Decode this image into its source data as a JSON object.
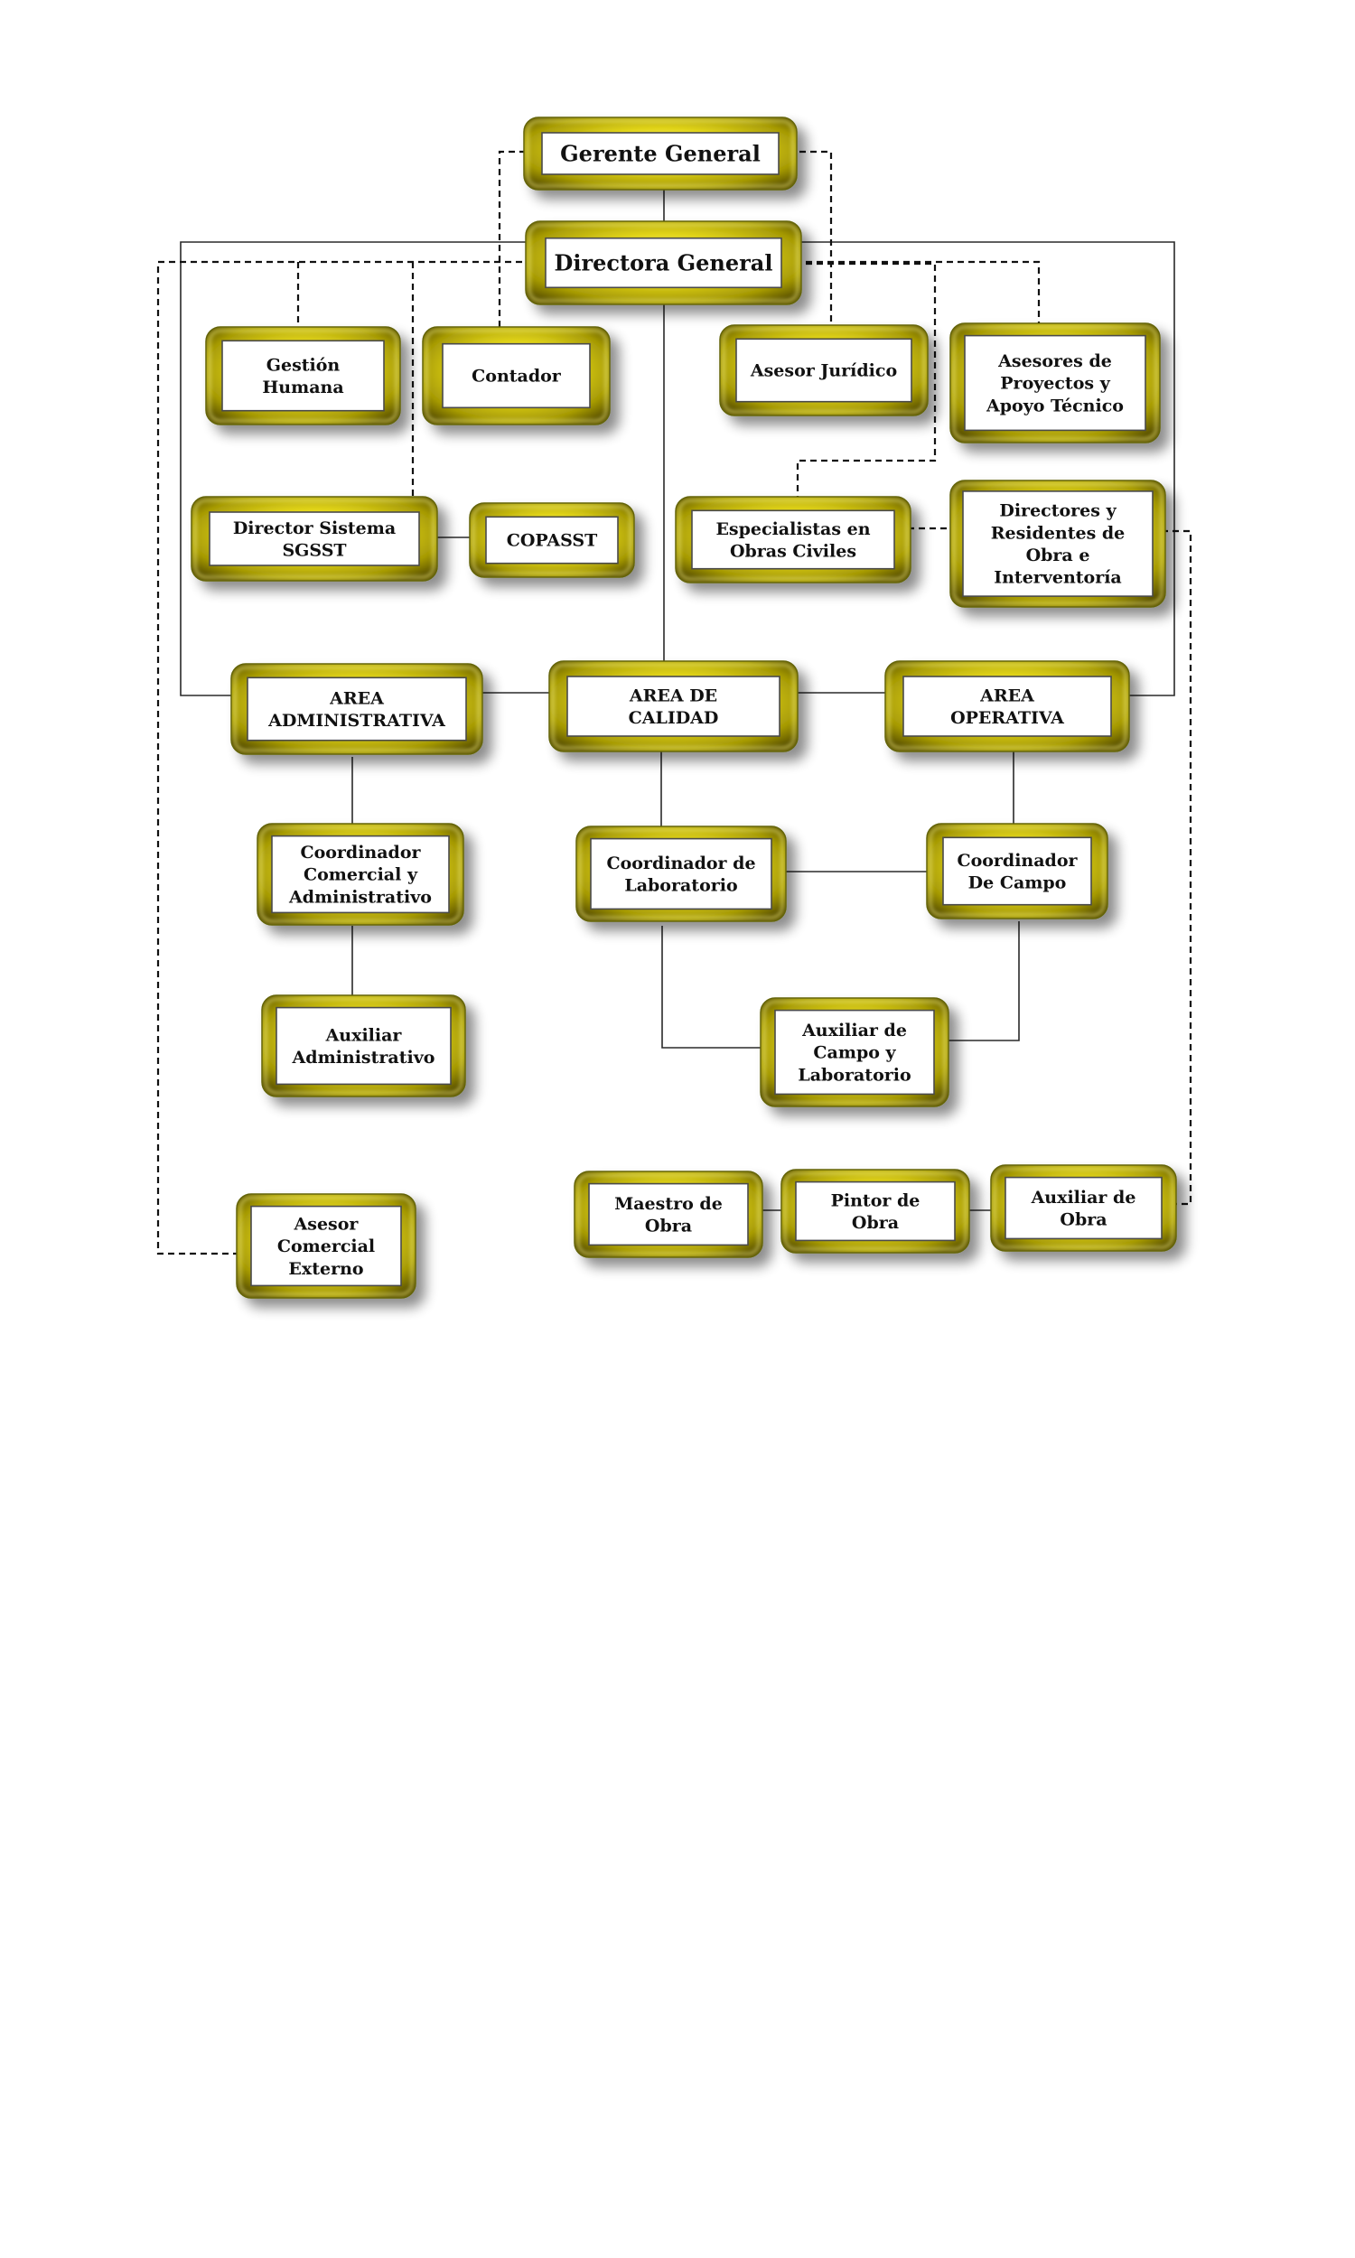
{
  "diagram": {
    "type": "org-chart",
    "nodes": [
      {
        "id": "gerente",
        "lines": [
          "Gerente General"
        ]
      },
      {
        "id": "directora",
        "lines": [
          "Directora General"
        ]
      },
      {
        "id": "gestion",
        "lines": [
          "Gestión",
          "Humana"
        ]
      },
      {
        "id": "contador",
        "lines": [
          "Contador"
        ]
      },
      {
        "id": "juridico",
        "lines": [
          "Asesor Jurídico"
        ]
      },
      {
        "id": "asesores",
        "lines": [
          "Asesores de",
          "Proyectos y",
          "Apoyo Técnico"
        ]
      },
      {
        "id": "sgsst",
        "lines": [
          "Director Sistema",
          "SGSST"
        ]
      },
      {
        "id": "copasst",
        "lines": [
          "COPASST"
        ]
      },
      {
        "id": "especialistas",
        "lines": [
          "Especialistas en",
          "Obras Civiles"
        ]
      },
      {
        "id": "directores",
        "lines": [
          "Directores y",
          "Residentes de",
          "Obra e",
          "Interventoría"
        ]
      },
      {
        "id": "area-adm",
        "lines": [
          "AREA",
          "ADMINISTRATIVA"
        ]
      },
      {
        "id": "area-cal",
        "lines": [
          "AREA DE",
          "CALIDAD"
        ]
      },
      {
        "id": "area-op",
        "lines": [
          "AREA",
          "OPERATIVA"
        ]
      },
      {
        "id": "coord-com",
        "lines": [
          "Coordinador",
          "Comercial y",
          "Administrativo"
        ]
      },
      {
        "id": "coord-lab",
        "lines": [
          "Coordinador de",
          "Laboratorio"
        ]
      },
      {
        "id": "coord-campo",
        "lines": [
          "Coordinador",
          "De Campo"
        ]
      },
      {
        "id": "aux-adm",
        "lines": [
          "Auxiliar",
          "Administrativo"
        ]
      },
      {
        "id": "aux-campo",
        "lines": [
          "Auxiliar de",
          "Campo y",
          "Laboratorio"
        ]
      },
      {
        "id": "asesor-ext",
        "lines": [
          "Asesor",
          "Comercial",
          "Externo"
        ]
      },
      {
        "id": "maestro",
        "lines": [
          "Maestro de",
          "Obra"
        ]
      },
      {
        "id": "pintor",
        "lines": [
          "Pintor de",
          "Obra"
        ]
      },
      {
        "id": "aux-obra",
        "lines": [
          "Auxiliar de",
          "Obra"
        ]
      }
    ]
  },
  "colors": {
    "gold_light": "#fffb8a",
    "gold_mid": "#d8cc10",
    "gold_dark": "#6e6400",
    "line": "#2a2a2a"
  }
}
